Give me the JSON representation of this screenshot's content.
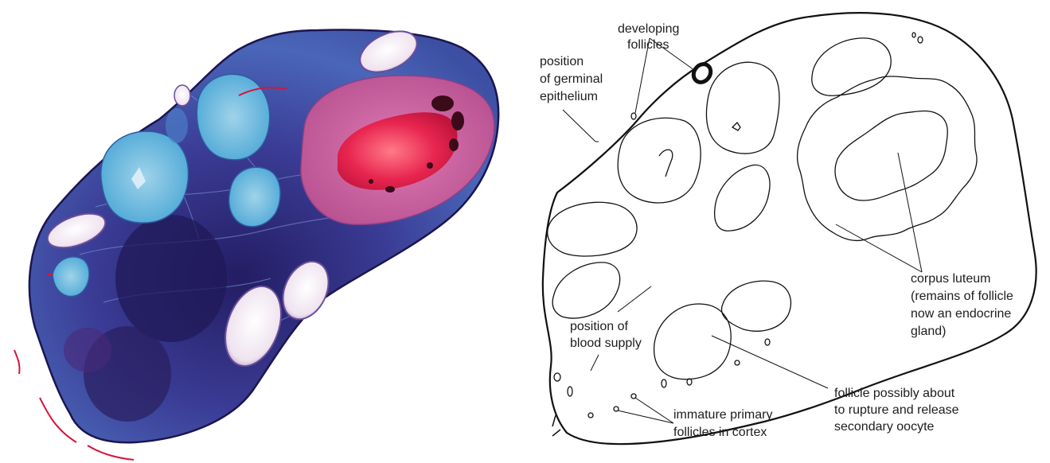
{
  "figure": {
    "left_panel": "stained ovary section micrograph",
    "right_panel": "labelled line drawing of ovary"
  },
  "labels": {
    "developing_follicles": [
      "developing",
      "follicles"
    ],
    "germinal_epithelium": [
      "position",
      "of germinal",
      "epithelium"
    ],
    "blood_supply": [
      "position of",
      "blood supply"
    ],
    "primary_follicles": [
      "immature primary",
      "follicles in cortex"
    ],
    "rupturing_follicle": [
      "follicle possibly about",
      "to rupture and release",
      "secondary oocyte"
    ],
    "corpus_luteum": [
      "corpus luteum",
      "(remains of follicle",
      "now an endocrine",
      "gland)"
    ]
  },
  "colors": {
    "tissue_blue": "#3a4fa8",
    "tissue_dark": "#2a2470",
    "follicle_cyan": "#5fb6dc",
    "corpus_pink": "#c95b9c",
    "corpus_red": "#e0204c",
    "ink": "#111111"
  }
}
